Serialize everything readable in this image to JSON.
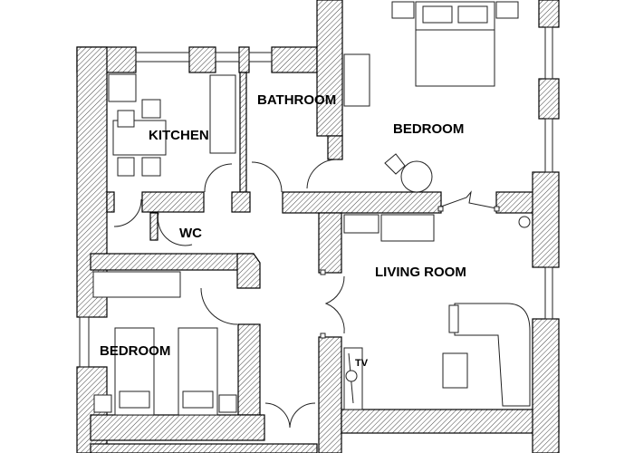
{
  "rooms": {
    "kitchen": "KITCHEN",
    "bathroom": "BATHROOM",
    "bedroom_main": "BEDROOM",
    "wc": "WC",
    "living_room": "LIVING ROOM",
    "bedroom_second": "BEDROOM",
    "tv": "TV"
  },
  "colors": {
    "wall_line": "#000000",
    "background": "#ffffff"
  }
}
